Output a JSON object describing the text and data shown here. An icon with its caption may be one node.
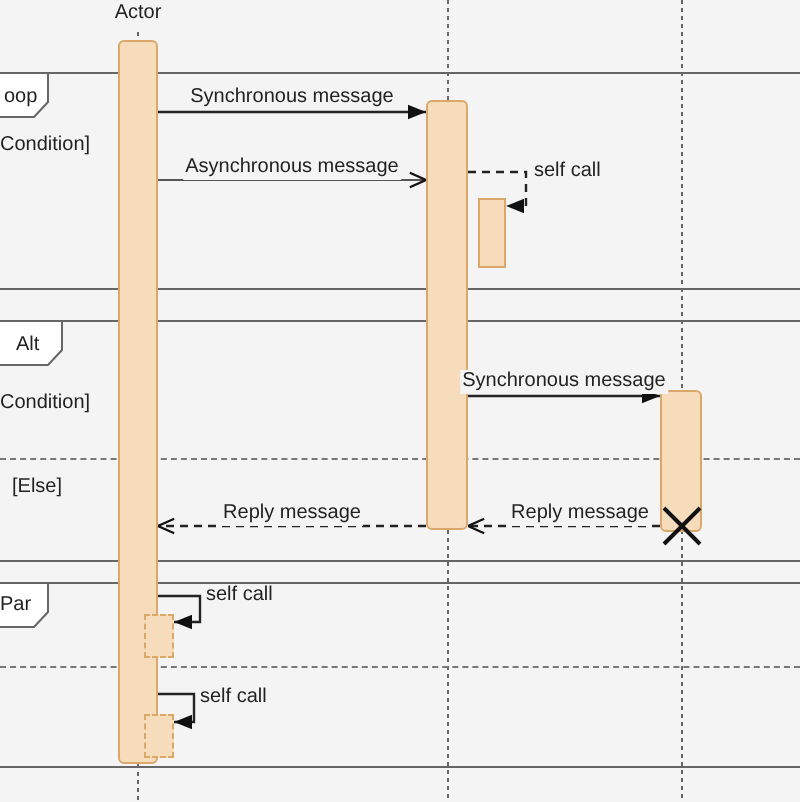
{
  "diagram": {
    "nodes": [
      {
        "text": [
          "oop",
          "Condition]"
        ]
      },
      {
        "text": [],
        "shape": "bar"
      },
      {
        "text": [],
        "shape": "bar"
      },
      {
        "text": [],
        "shape": "bar",
        "in": 0
      },
      {
        "text": [
          "Alt",
          "Condition]",
          "[Else]"
        ]
      },
      {
        "text": [],
        "shape": "bar",
        "in": 4
      },
      {
        "text": [
          "Par"
        ]
      },
      {
        "text": [],
        "shape": "bar",
        "in": 6
      },
      {
        "text": [],
        "shape": "bar",
        "in": 6
      }
    ],
    "edges": [
      {
        "from": 1,
        "to": 2,
        "arrow": "to",
        "label": "Synchronous message"
      },
      {
        "from": 1,
        "to": 2,
        "arrow": "to",
        "label": "Asynchronous message"
      },
      {
        "from": 2,
        "to": 3,
        "arrow": "to",
        "label": "self call",
        "style": "dashed"
      },
      {
        "from": 2,
        "to": 5,
        "arrow": "to",
        "label": "Synchronous message"
      },
      {
        "from": 5,
        "to": 2,
        "arrow": "to",
        "label": "Reply message",
        "style": "dashed"
      },
      {
        "from": 2,
        "to": 1,
        "arrow": "to",
        "label": "Reply message",
        "style": "dashed"
      },
      {
        "from": 1,
        "to": 7,
        "arrow": "to",
        "label": "self call"
      },
      {
        "from": 1,
        "to": 8,
        "arrow": "to",
        "label": "self call"
      }
    ],
    "labels": [
      "Actor"
    ]
  }
}
